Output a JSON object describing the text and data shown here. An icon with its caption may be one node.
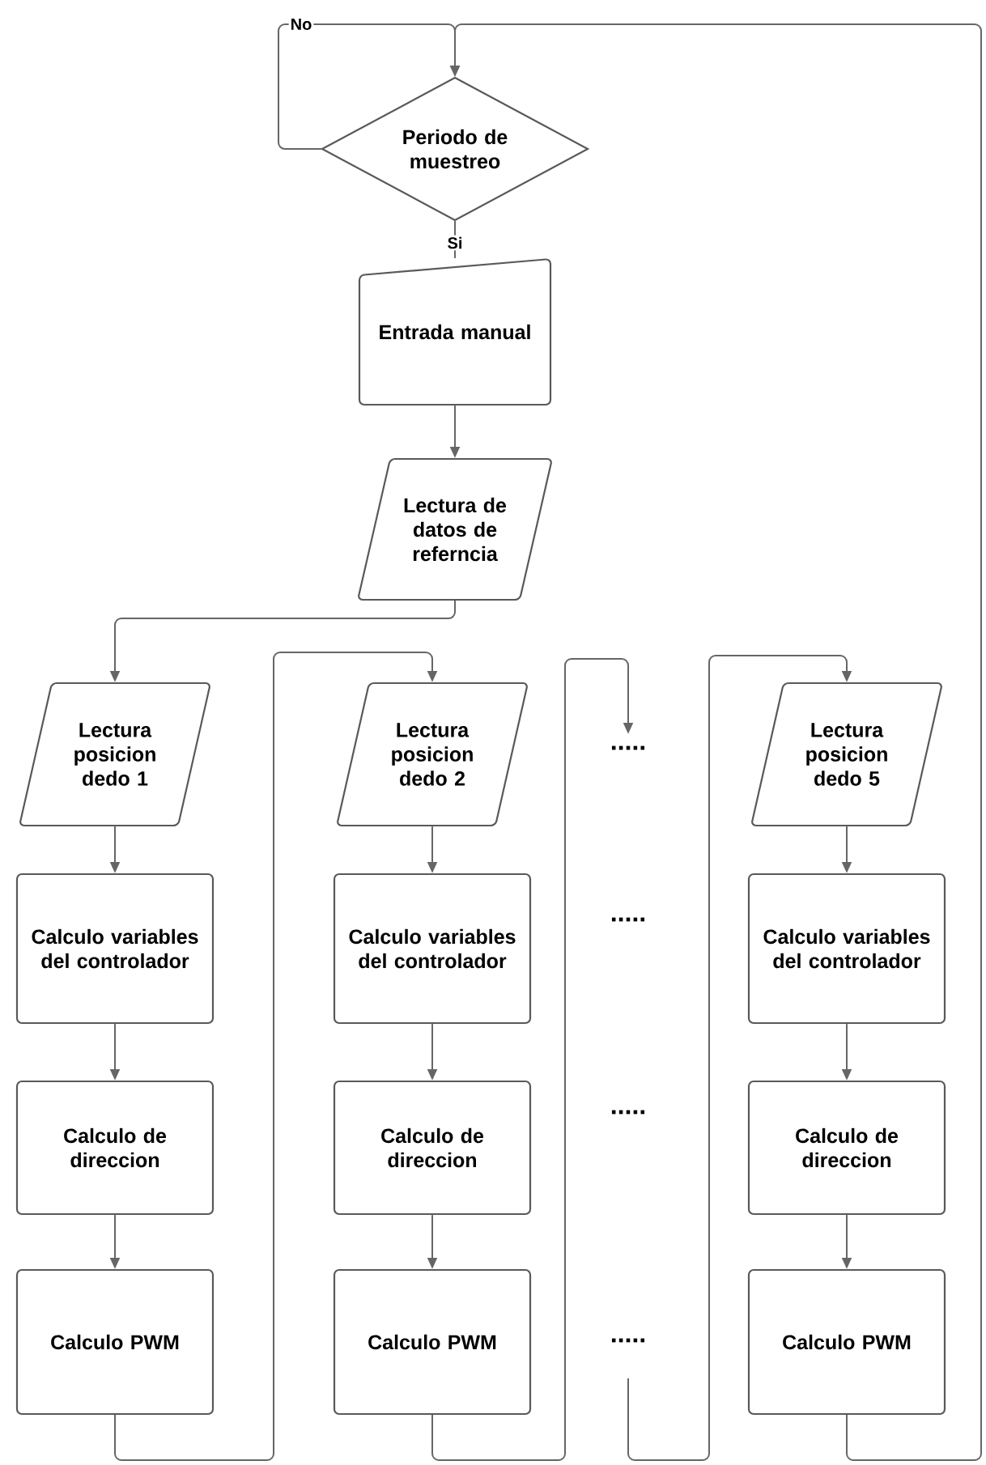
{
  "diagram": {
    "nodes": [
      {
        "text": [
          "Periodo de muestreo"
        ]
      },
      {
        "text": [
          "Entrada manual"
        ]
      },
      {
        "text": [
          "Lectura de datos de referncia"
        ]
      },
      {
        "text": [
          "Lectura posicion dedo 1"
        ]
      },
      {
        "text": [
          "Calculo variables del controlador"
        ]
      },
      {
        "text": [
          "Calculo de direccion"
        ]
      },
      {
        "text": [
          "Calculo PWM"
        ]
      },
      {
        "text": [
          "Lectura posicion dedo 2"
        ]
      },
      {
        "text": [
          "Calculo variables del controlador"
        ]
      },
      {
        "text": [
          "Calculo de direccion"
        ]
      },
      {
        "text": [
          "Calculo PWM"
        ]
      },
      {
        "text": [
          "....."
        ]
      },
      {
        "text": [
          "....."
        ]
      },
      {
        "text": [
          "....."
        ]
      },
      {
        "text": [
          "....."
        ]
      },
      {
        "text": [
          "Lectura posicion dedo 5"
        ]
      },
      {
        "text": [
          "Calculo variables del controlador"
        ]
      },
      {
        "text": [
          "Calculo de direccion"
        ]
      },
      {
        "text": [
          "Calculo PWM"
        ]
      }
    ],
    "edges": [
      {
        "from": 0,
        "to": 0,
        "arrow": "to",
        "label": "No"
      },
      {
        "from": 0,
        "to": 1,
        "arrow": "none",
        "label": "Si"
      },
      {
        "from": 1,
        "to": 2,
        "arrow": "to"
      },
      {
        "from": 2,
        "to": 3,
        "arrow": "to"
      },
      {
        "from": 3,
        "to": 4,
        "arrow": "to"
      },
      {
        "from": 4,
        "to": 5,
        "arrow": "to"
      },
      {
        "from": 5,
        "to": 6,
        "arrow": "to"
      },
      {
        "from": 6,
        "to": 7,
        "arrow": "to"
      },
      {
        "from": 7,
        "to": 8,
        "arrow": "to"
      },
      {
        "from": 8,
        "to": 9,
        "arrow": "to"
      },
      {
        "from": 9,
        "to": 10,
        "arrow": "to"
      },
      {
        "from": 10,
        "to": 11,
        "arrow": "to"
      },
      {
        "from": 14,
        "to": 15,
        "arrow": "to"
      },
      {
        "from": 15,
        "to": 16,
        "arrow": "to"
      },
      {
        "from": 16,
        "to": 17,
        "arrow": "to"
      },
      {
        "from": 17,
        "to": 18,
        "arrow": "to"
      },
      {
        "from": 18,
        "to": 0,
        "arrow": "to"
      }
    ]
  }
}
